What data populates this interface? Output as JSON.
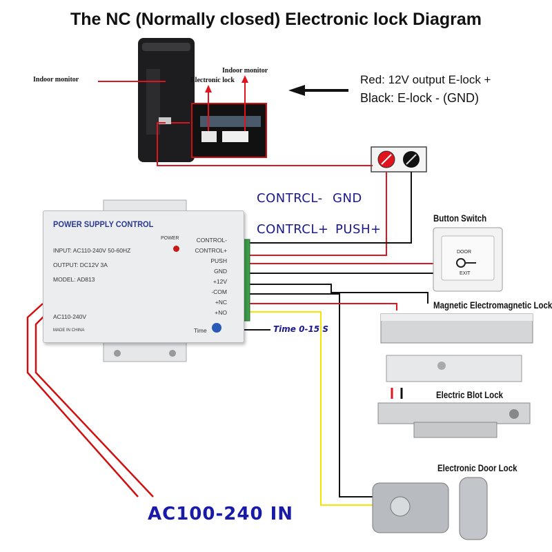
{
  "title": "The NC (Normally closed) Electronic lock  Diagram",
  "monitor": {
    "label_left": "Indoor monitor",
    "label_right": "Indoor monitor",
    "label_lock": "Electronic lock"
  },
  "legend": {
    "line1": "Red: 12V output E-lock +",
    "line2": "Black: E-lock - (GND)"
  },
  "wire_labels": {
    "control_minus": "CONTRCL-",
    "gnd": "GND",
    "control_plus": "CONTRCL+",
    "push_plus": "PUSH+"
  },
  "power_supply": {
    "title": "POWER SUPPLY CONTROL",
    "power_led": "POWER",
    "input": "INPUT: AC110-240V  50-60HZ",
    "output": "OUTPUT: DC12V  3A",
    "model": "MODEL: AD813",
    "ac": "AC110-240V",
    "made_in": "MADE IN CHINA",
    "time": "Time",
    "terminals": [
      "CONTROL-",
      "CONTROL+",
      "PUSH",
      "GND",
      "+12V",
      "-COM",
      "+NC",
      "+NO"
    ]
  },
  "timer": "Time 0-15 S",
  "devices": {
    "button_switch": "Button Switch",
    "button_door": "DOOR",
    "button_exit": "EXIT",
    "mag_lock": "Magnetic Electromagnetic Lock",
    "bolt_lock": "Electric Blot Lock",
    "door_lock": "Electronic Door Lock"
  },
  "ac_input": "AC100-240 IN",
  "colors": {
    "red": "#e0141e",
    "black": "#111111",
    "yellow": "#f2e600",
    "blue_text": "#1a1a8a"
  }
}
